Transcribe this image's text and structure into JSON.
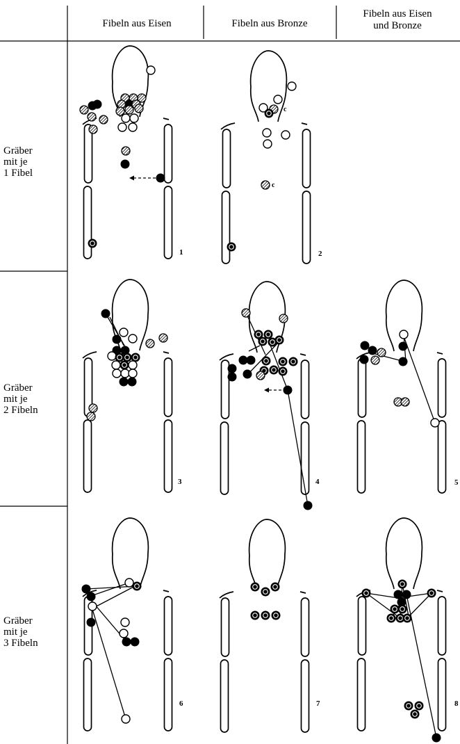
{
  "columns": {
    "iron": "Fibeln aus Eisen",
    "bronze": "Fibeln aus Bronze",
    "mixed_line1": "Fibeln aus Eisen",
    "mixed_line2": "und Bronze"
  },
  "rows": {
    "one": [
      "Gräber",
      "mit je",
      "1 Fibel"
    ],
    "two": [
      "Gräber",
      "mit je",
      "2 Fibeln"
    ],
    "three": [
      "Gräber",
      "mit je",
      "3 Fibeln"
    ]
  },
  "panel_numbers": [
    "1",
    "2",
    "3",
    "4",
    "5",
    "6",
    "7",
    "8"
  ],
  "annotation_c": "c",
  "legend_symbols": {
    "filled": "black",
    "open": "white",
    "hatched": "hatched",
    "ringed": "black-ring"
  }
}
